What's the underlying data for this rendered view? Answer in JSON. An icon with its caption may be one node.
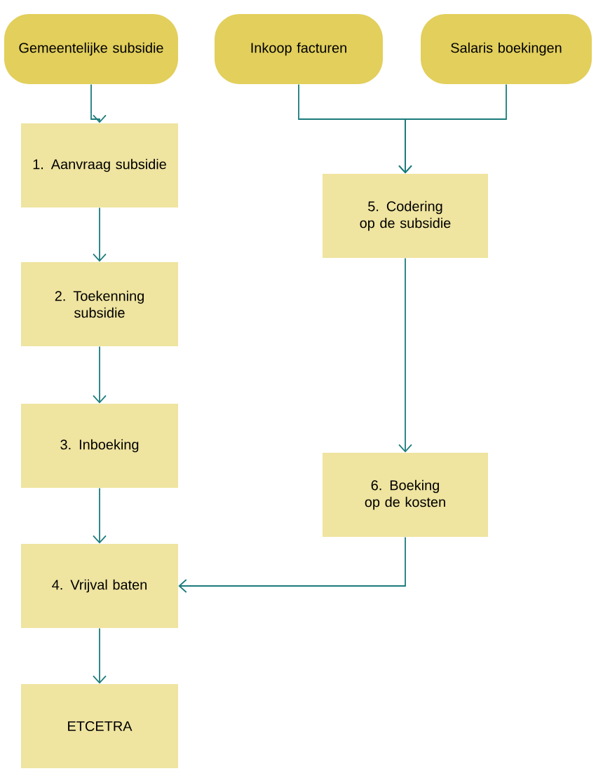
{
  "diagram": {
    "nodes": [
      {
        "text": [
          "Gemeentelijke subsidie"
        ]
      },
      {
        "text": [
          "Inkoop facturen"
        ]
      },
      {
        "text": [
          "Salaris boekingen"
        ]
      },
      {
        "text": [
          "1. Aanvraag subsidie"
        ]
      },
      {
        "text": [
          "2. Toekenning subsidie"
        ]
      },
      {
        "text": [
          "3. Inboeking"
        ]
      },
      {
        "text": [
          "4. Vrijval baten"
        ]
      },
      {
        "text": [
          "ETCETRA"
        ]
      },
      {
        "text": [
          "5. Codering op de subsidie"
        ]
      },
      {
        "text": [
          "6. Boeking op de kosten"
        ]
      }
    ],
    "edges": [
      {
        "from": 0,
        "to": 3,
        "arrow": "to"
      },
      {
        "from": 3,
        "to": 4,
        "arrow": "to"
      },
      {
        "from": 4,
        "to": 5,
        "arrow": "to"
      },
      {
        "from": 5,
        "to": 6,
        "arrow": "to"
      },
      {
        "from": 6,
        "to": 7,
        "arrow": "to"
      },
      {
        "from": 1,
        "to": 8,
        "arrow": "to"
      },
      {
        "from": 2,
        "to": 8,
        "arrow": "to"
      },
      {
        "from": 8,
        "to": 9,
        "arrow": "to"
      },
      {
        "from": 9,
        "to": 6,
        "arrow": "to"
      }
    ]
  }
}
